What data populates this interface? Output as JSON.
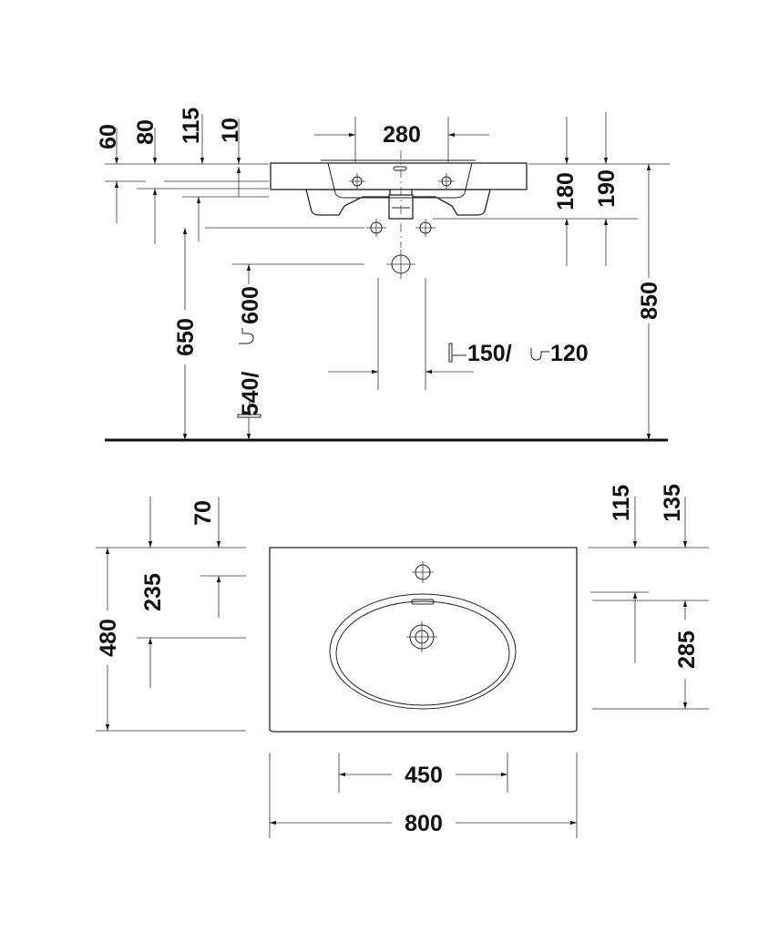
{
  "side_view": {
    "dims": {
      "d60": "60",
      "d80": "80",
      "d115": "115",
      "d10": "10",
      "d280": "280",
      "d180": "180",
      "d190": "190",
      "d850": "850",
      "d650": "650",
      "siphon_height_a": "540/",
      "siphon_height_b": "600",
      "siphon_offset_a": "150/",
      "siphon_offset_b": "120"
    }
  },
  "top_view": {
    "dims": {
      "d70": "70",
      "d235": "235",
      "d480": "480",
      "d115": "115",
      "d135": "135",
      "d285": "285",
      "d450": "450",
      "d800": "800"
    }
  },
  "colors": {
    "line": "#222222",
    "background": "#ffffff"
  }
}
